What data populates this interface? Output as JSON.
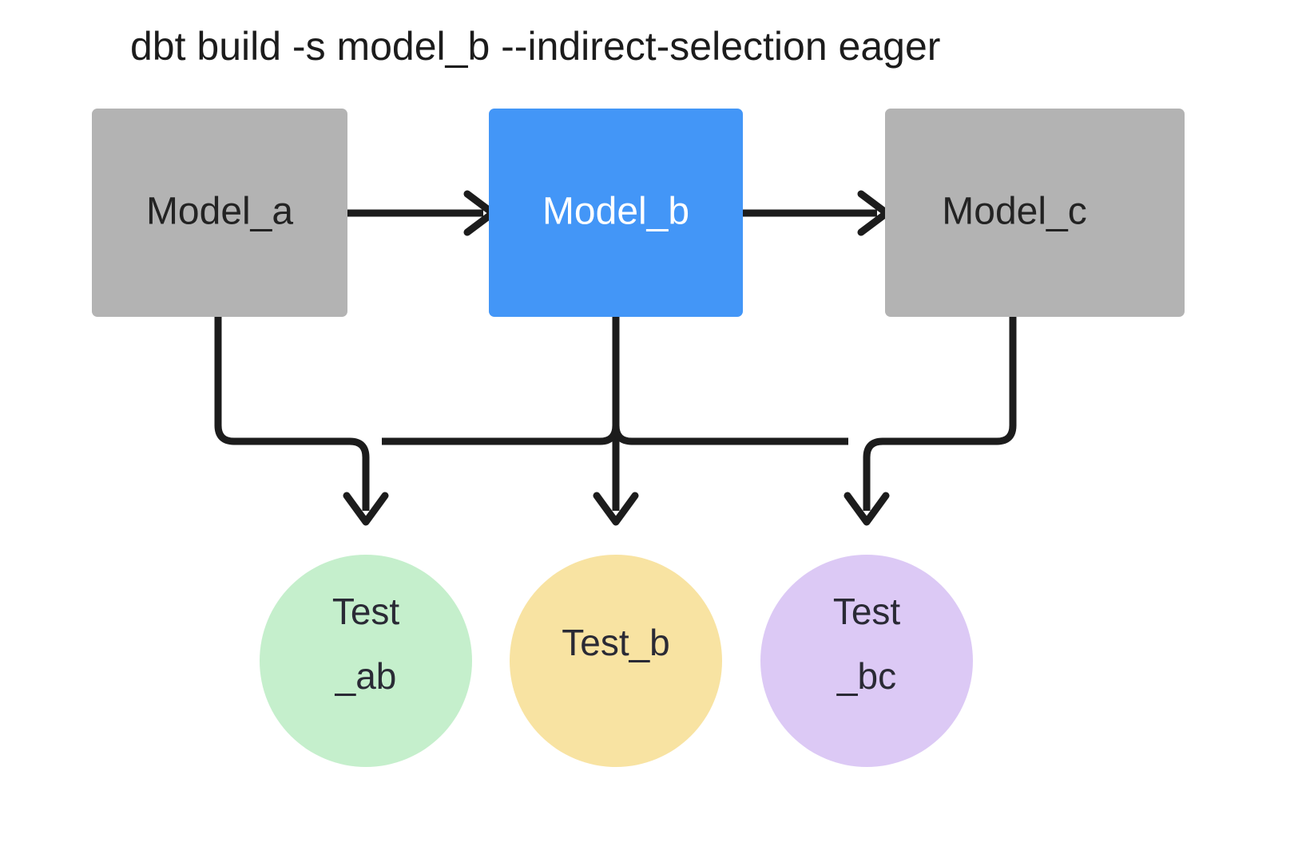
{
  "diagram": {
    "title": "dbt build -s model_b --indirect-selection eager",
    "background_color": "#ffffff",
    "edge_color": "#1c1c1c",
    "models": [
      {
        "id": "model_a",
        "label": "Model_a",
        "shape": "rectangle",
        "fill": "#b3b3b3",
        "text_color": "#232323",
        "selected": false
      },
      {
        "id": "model_b",
        "label": "Model_b",
        "shape": "rectangle",
        "fill": "#4396f7",
        "text_color": "#ffffff",
        "selected": true
      },
      {
        "id": "model_c",
        "label": "Model_c",
        "shape": "rectangle",
        "fill": "#b3b3b3",
        "text_color": "#232323",
        "selected": false
      }
    ],
    "tests": [
      {
        "id": "test_ab",
        "label_line1": "Test",
        "label_line2": "_ab",
        "shape": "circle",
        "fill": "#c5efcc",
        "text_color": "#2a2a35"
      },
      {
        "id": "test_b",
        "label_line1": "Test_b",
        "label_line2": "",
        "shape": "circle",
        "fill": "#f8e3a2",
        "text_color": "#2a2a35"
      },
      {
        "id": "test_bc",
        "label_line1": "Test",
        "label_line2": "_bc",
        "shape": "circle",
        "fill": "#dcc9f5",
        "text_color": "#2a2a35"
      }
    ],
    "edges": [
      {
        "from": "model_a",
        "to": "model_b",
        "style": "arrow"
      },
      {
        "from": "model_b",
        "to": "model_c",
        "style": "arrow"
      },
      {
        "from": "model_a",
        "to": "test_ab",
        "style": "arrow"
      },
      {
        "from": "model_b",
        "to": "test_ab",
        "style": "arrow"
      },
      {
        "from": "model_b",
        "to": "test_b",
        "style": "arrow"
      },
      {
        "from": "model_b",
        "to": "test_bc",
        "style": "arrow"
      },
      {
        "from": "model_c",
        "to": "test_bc",
        "style": "arrow"
      }
    ]
  }
}
